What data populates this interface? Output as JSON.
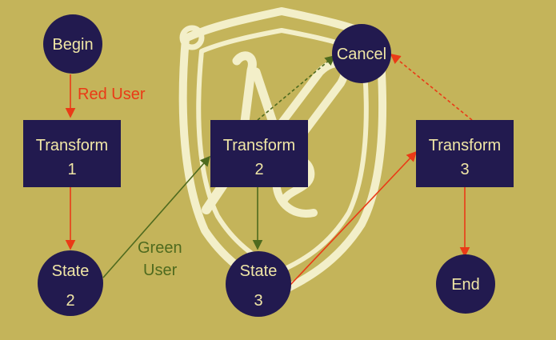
{
  "colors": {
    "background": "#c4b45a",
    "node_fill": "#221a4f",
    "node_text": "#f0e6a6",
    "red": "#ea3a16",
    "green": "#4e6a1e",
    "watermark": "#f3efc9"
  },
  "nodes": {
    "begin": {
      "label": "Begin"
    },
    "transform1": {
      "line1": "Transform",
      "line2": "1"
    },
    "transform2": {
      "line1": "Transform",
      "line2": "2"
    },
    "transform3": {
      "line1": "Transform",
      "line2": "3"
    },
    "state2": {
      "line1": "State",
      "line2": "2"
    },
    "state3": {
      "line1": "State",
      "line2": "3"
    },
    "cancel": {
      "label": "Cancel"
    },
    "end": {
      "label": "End"
    }
  },
  "edge_labels": {
    "red_user": "Red User",
    "green_user_line1": "Green",
    "green_user_line2": "User"
  },
  "watermark": {
    "icon": "shield-logo-icon"
  }
}
